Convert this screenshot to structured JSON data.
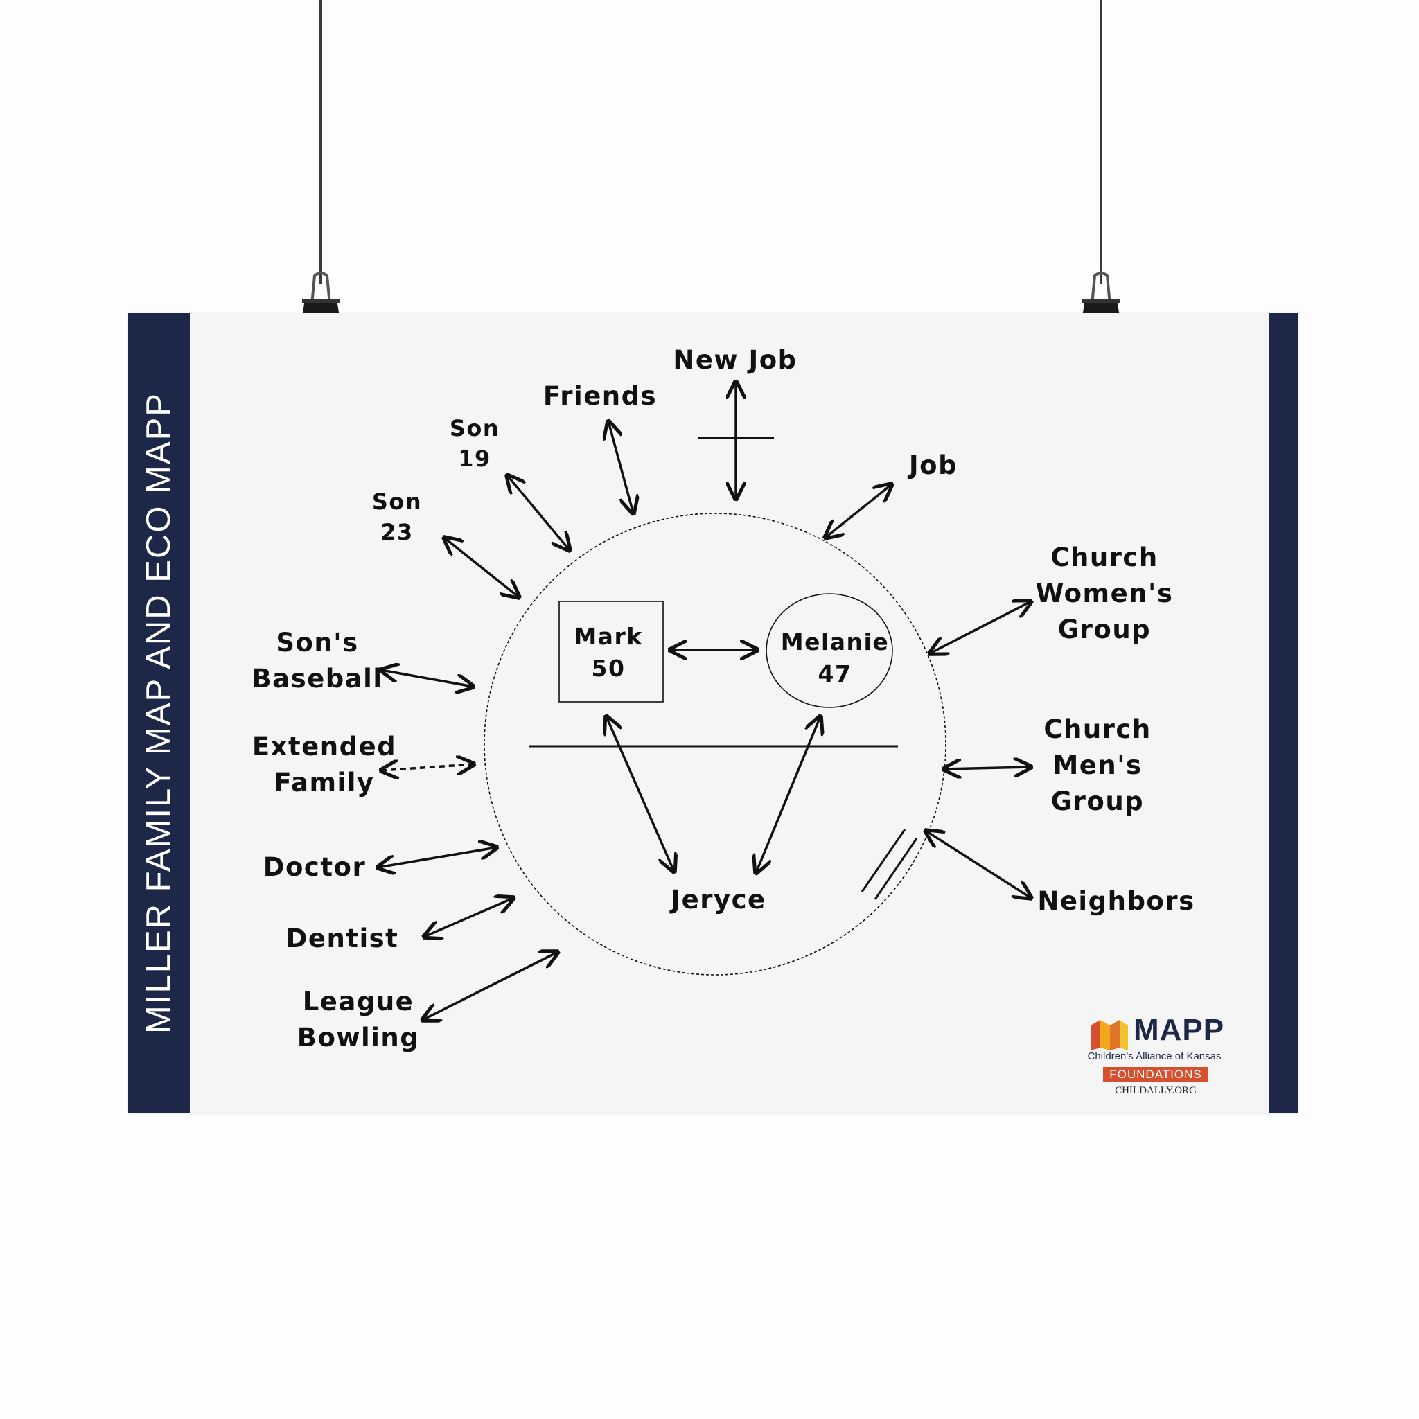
{
  "poster": {
    "title": "MILLER FAMILY MAP AND ECO MAPP",
    "colors": {
      "band": "#1d2748",
      "paper": "#f5f5f5",
      "ink": "#111111",
      "logo_accent": "#d4502e"
    }
  },
  "family": {
    "father": {
      "name": "Mark",
      "age": "50",
      "shape": "square"
    },
    "mother": {
      "name": "Melanie",
      "age": "47",
      "shape": "circle"
    },
    "child": {
      "name": "Jeryce"
    }
  },
  "eco": {
    "new_job": "New Job",
    "friends": "Friends",
    "son19": {
      "label": "Son",
      "age": "19"
    },
    "son23": {
      "label": "Son",
      "age": "23"
    },
    "job": "Job",
    "church_women": {
      "l1": "Church",
      "l2": "Women's",
      "l3": "Group"
    },
    "church_men": {
      "l1": "Church",
      "l2": "Men's",
      "l3": "Group"
    },
    "neighbors": "Neighbors",
    "sons_baseball": {
      "l1": "Son's",
      "l2": "Baseball"
    },
    "extended_family": {
      "l1": "Extended",
      "l2": "Family"
    },
    "doctor": "Doctor",
    "dentist": "Dentist",
    "league_bowling": {
      "l1": "League",
      "l2": "Bowling"
    }
  },
  "logo": {
    "name": "MAPP",
    "tagline": "Children's Alliance of Kansas",
    "program": "FOUNDATIONS",
    "url": "CHILDALLY.ORG"
  }
}
